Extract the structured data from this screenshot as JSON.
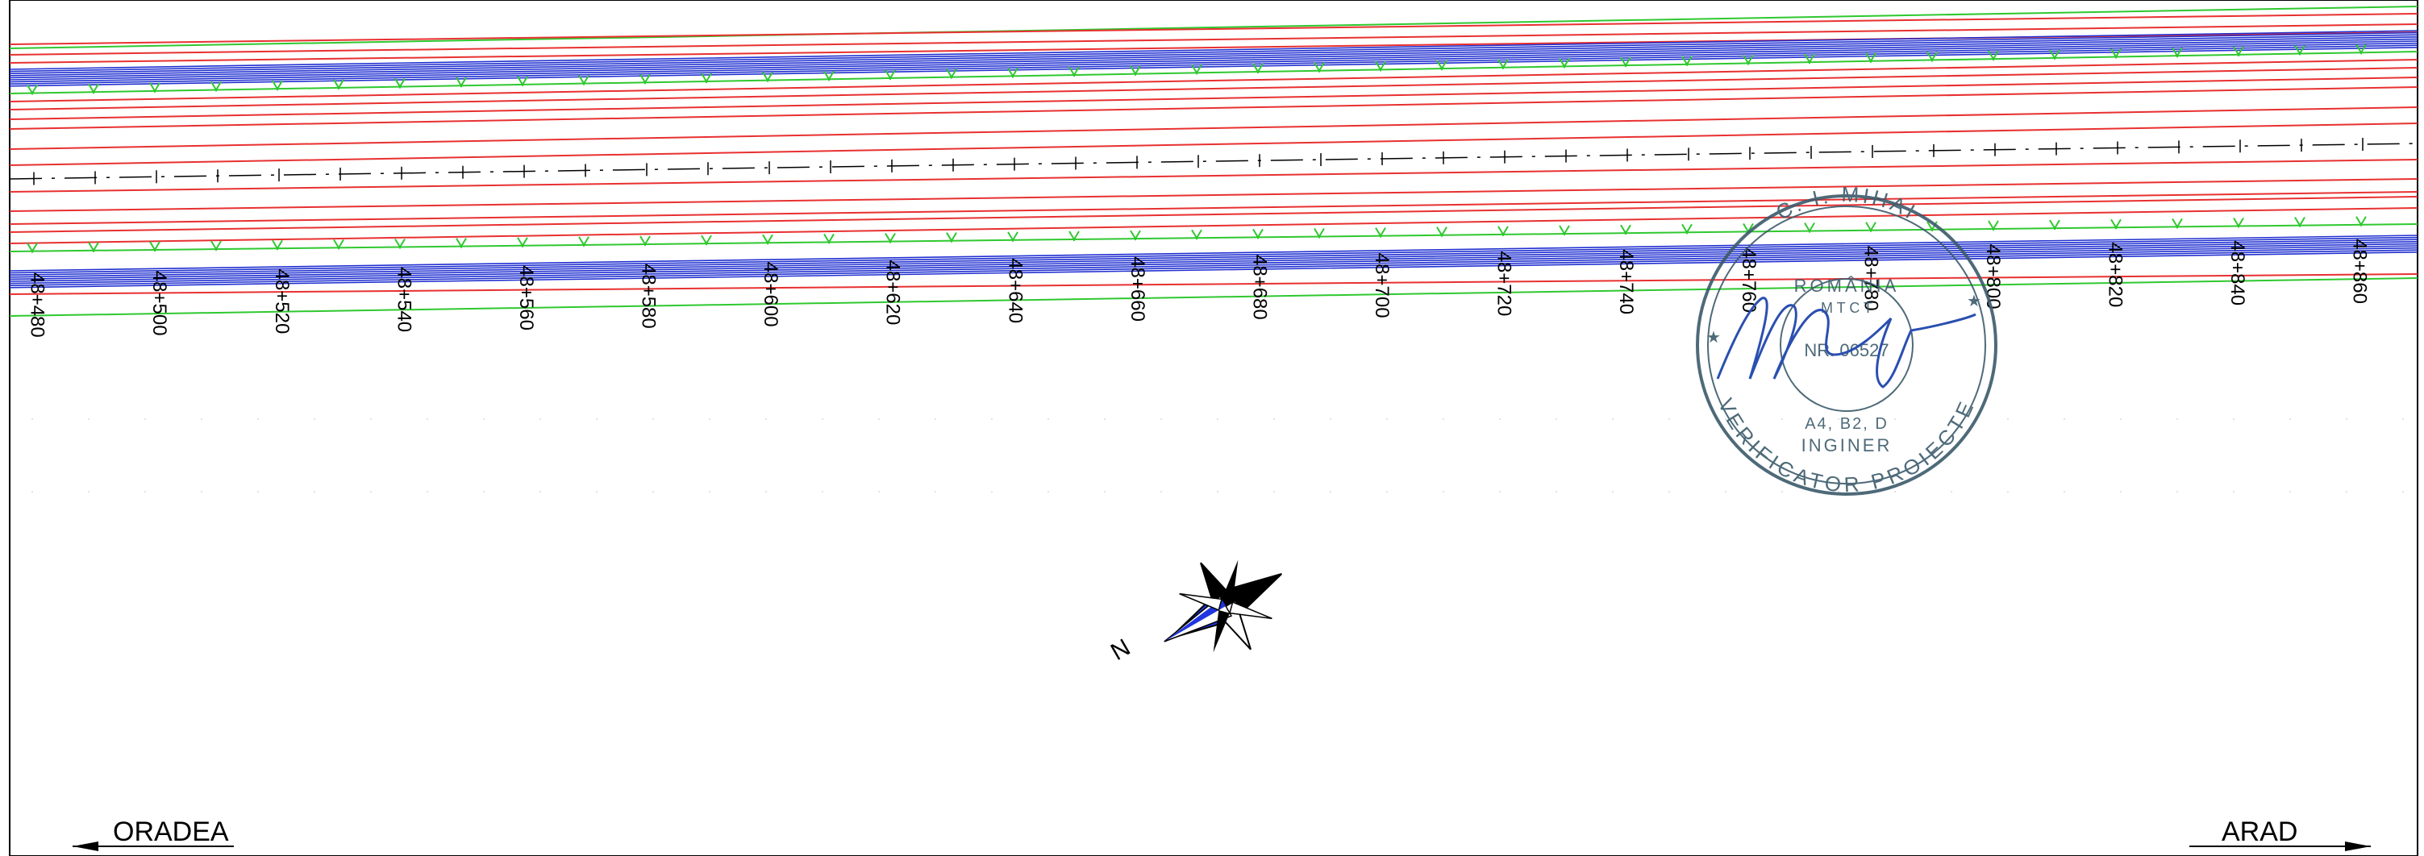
{
  "colors": {
    "background": "#ffffff",
    "border": "#000000",
    "road_edge": "#e83030",
    "carriageway": "#2030d0",
    "slope": "#2fc82f",
    "axis": "#000000",
    "stamp": "#3b5a6b",
    "signature": "#2a4fb0",
    "compass_blue": "#1f35e0"
  },
  "chainage_labels": [
    "48+480",
    "48+500",
    "48+520",
    "48+540",
    "48+560",
    "48+580",
    "48+600",
    "48+620",
    "48+640",
    "48+660",
    "48+680",
    "48+700",
    "48+720",
    "48+740",
    "48+760",
    "48+780",
    "48+800",
    "48+820",
    "48+840",
    "48+860"
  ],
  "directions": {
    "left": "ORADEA",
    "right": "ARAD"
  },
  "compass": {
    "label": "N"
  },
  "stamp": {
    "text_top": "ROMÂNIA",
    "text_name": "C. I. MIHAI",
    "text_mtct": "M T C T",
    "text_nr": "NR. 06527",
    "text_class": "A4, B2, D",
    "text_inginer": "INGINER",
    "text_bottom": "VERIFICATOR PROIECTE"
  }
}
